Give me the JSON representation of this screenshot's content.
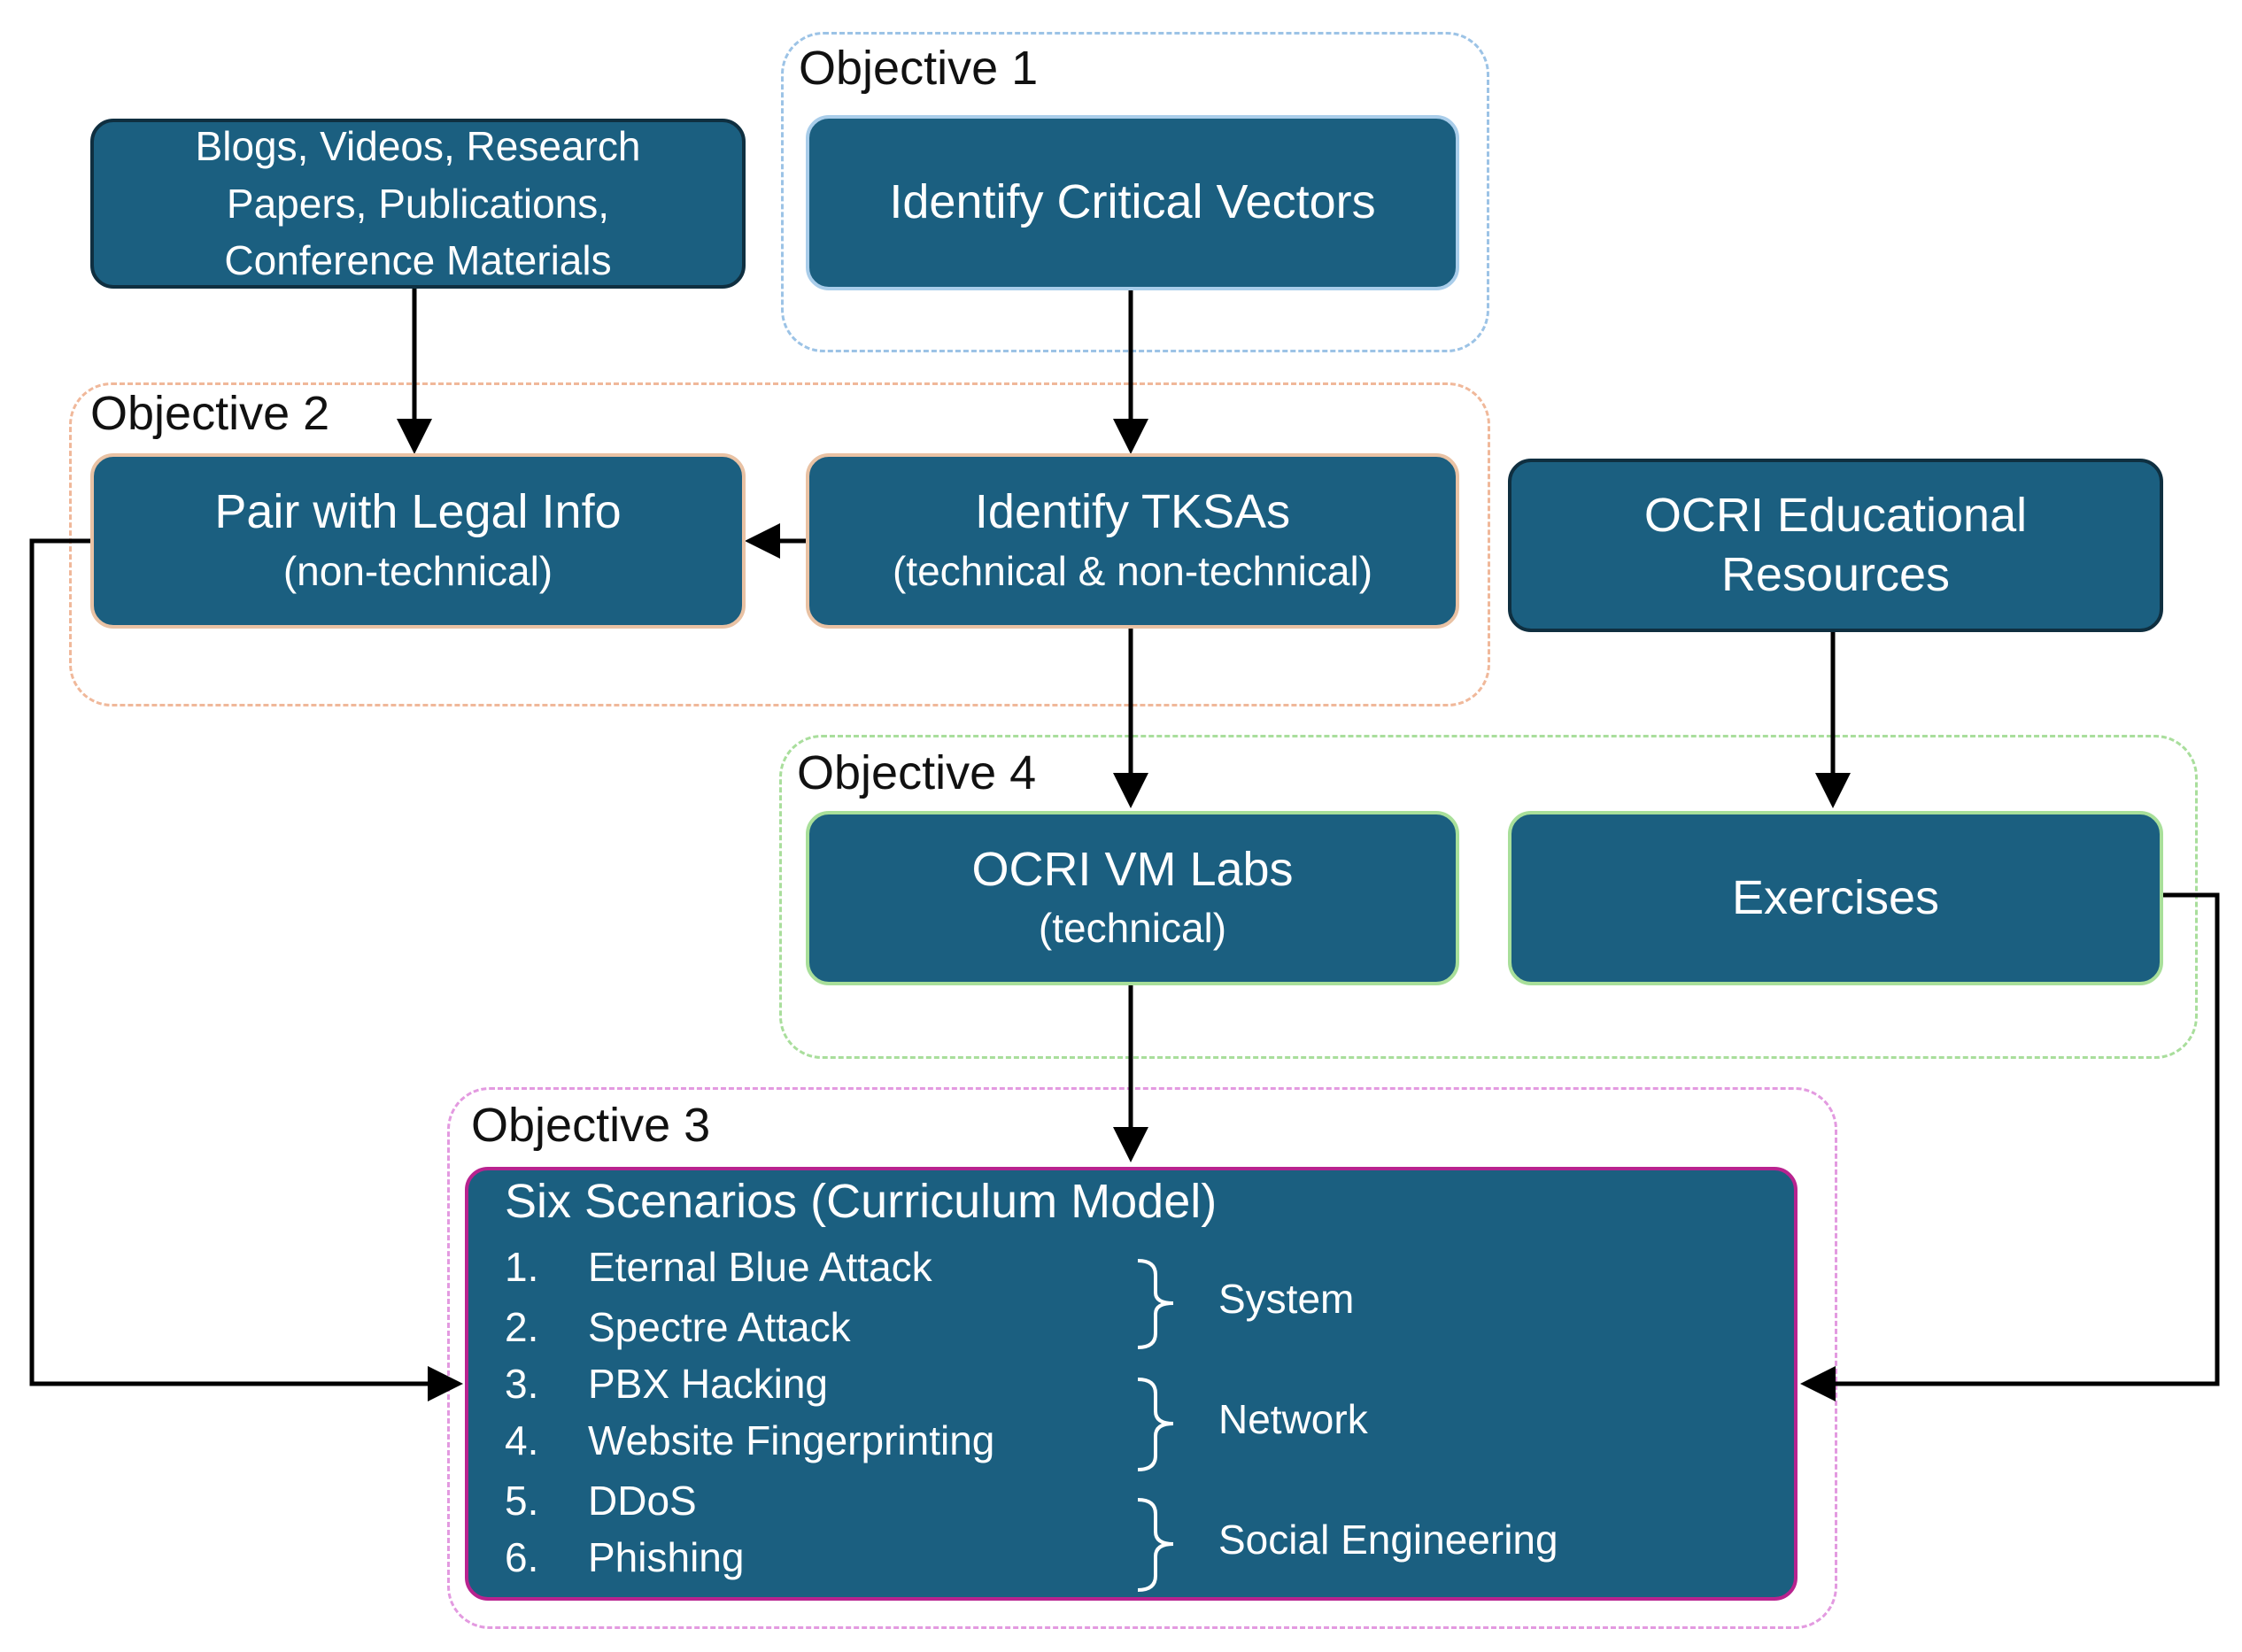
{
  "groups": {
    "obj1": "Objective 1",
    "obj2": "Objective 2",
    "obj3": "Objective 3",
    "obj4": "Objective 4"
  },
  "nodes": {
    "sources": [
      "Blogs, Videos, Research",
      "Papers, Publications,",
      "Conference Materials"
    ],
    "vectors": "Identify Critical Vectors",
    "legal_title": "Pair with Legal Info",
    "legal_sub": "(non-technical)",
    "tksas_title": "Identify TKSAs",
    "tksas_sub": "(technical & non-technical)",
    "ocri_edu": [
      "OCRI Educational",
      "Resources"
    ],
    "vm_title": "OCRI VM Labs",
    "vm_sub": "(technical)",
    "exercises": "Exercises"
  },
  "scenarios": {
    "title": "Six Scenarios (Curriculum Model)",
    "items": [
      {
        "num": "1.",
        "name": "Eternal Blue Attack"
      },
      {
        "num": "2.",
        "name": "Spectre Attack"
      },
      {
        "num": "3.",
        "name": "PBX Hacking"
      },
      {
        "num": "4.",
        "name": "Website Fingerprinting"
      },
      {
        "num": "5.",
        "name": "DDoS"
      },
      {
        "num": "6.",
        "name": "Phishing"
      }
    ],
    "categories": [
      "System",
      "Network",
      "Social Engineering"
    ]
  },
  "colors": {
    "box_fill": "#1b5f80",
    "obj1_border": "#9cc3e6",
    "obj2_border": "#f0b89a",
    "obj3_border": "#e39ae0",
    "obj4_border": "#a9de9c"
  }
}
